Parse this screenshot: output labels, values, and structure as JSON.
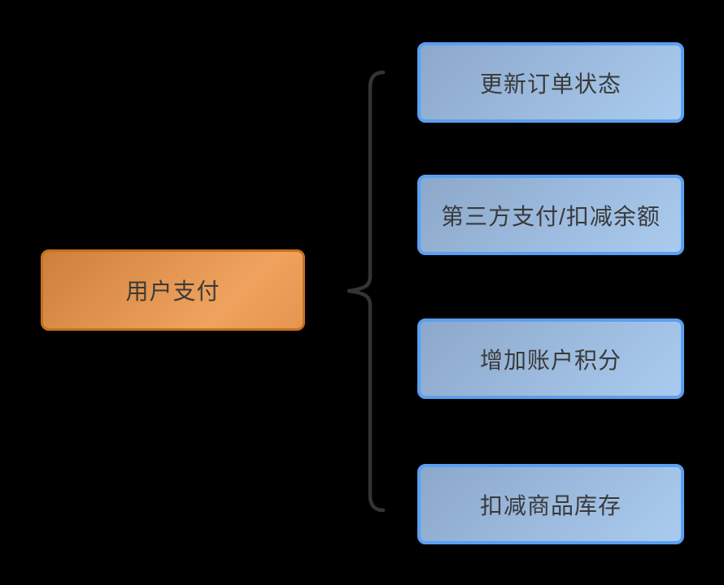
{
  "diagram": {
    "root": {
      "label": "用户支付"
    },
    "children": [
      {
        "label": "更新订单状态"
      },
      {
        "label": "第三方支付/扣减余额"
      },
      {
        "label": "增加账户积分"
      },
      {
        "label": "扣减商品库存"
      }
    ],
    "colors": {
      "background": "#000000",
      "root_fill_start": "#CE7F3D",
      "root_fill_end": "#F0A35E",
      "root_border": "#C4711F",
      "child_fill_start": "#8CA8CA",
      "child_fill_end": "#AACBEF",
      "child_border": "#59A0F2",
      "text": "#3A3A3A",
      "brace": "#343434"
    }
  }
}
